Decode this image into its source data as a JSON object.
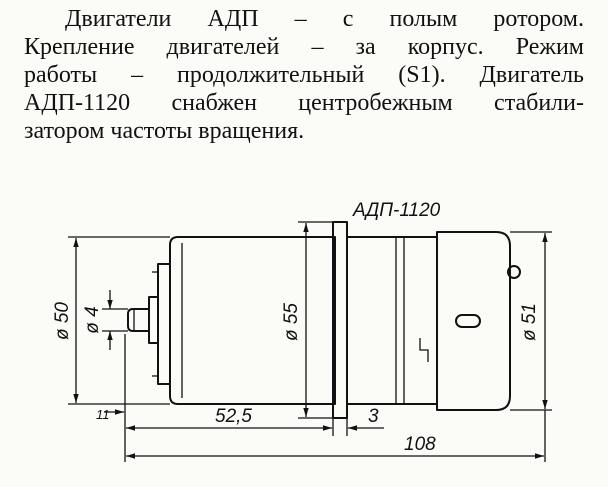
{
  "paragraph": {
    "lines": [
      "Двигатели АДП – с полым ротором.",
      "Крепление двигателей – за корпус. Режим",
      "работы – продолжительный (S1). Двигатель",
      "АДП-1120 снабжен центробежным стабили-",
      "затором частоты вращения."
    ]
  },
  "drawing": {
    "model_label": "АДП-1120",
    "dims": {
      "d50": "ø 50",
      "d4": "ø 4",
      "d55": "ø 55",
      "d51": "ø 51",
      "len_52_5": "52,5",
      "len_3": "3",
      "len_108": "108",
      "len_11": "11"
    }
  }
}
